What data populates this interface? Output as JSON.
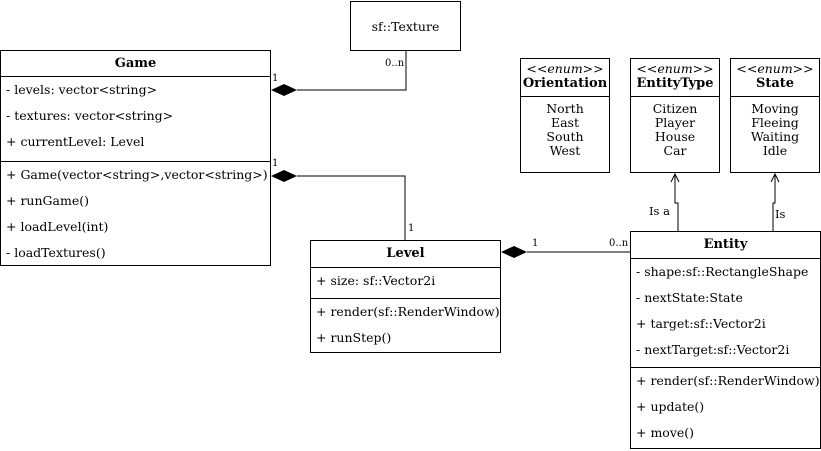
{
  "texture": {
    "title": "sf::Texture"
  },
  "game": {
    "title": "Game",
    "attributes": [
      "- levels: vector<string>",
      "- textures: vector<string>",
      "+ currentLevel: Level"
    ],
    "methods": [
      "+ Game(vector<string>,vector<string>)",
      "+ runGame()",
      "+ loadLevel(int)",
      "-  loadTextures()"
    ]
  },
  "level": {
    "title": "Level",
    "attributes": [
      "+ size: sf::Vector2i"
    ],
    "methods": [
      "+ render(sf::RenderWindow)",
      "+ runStep()"
    ]
  },
  "entity": {
    "title": "Entity",
    "attributes": [
      "- shape:sf::RectangleShape",
      "- nextState:State",
      "+ target:sf::Vector2i",
      "- nextTarget:sf::Vector2i"
    ],
    "methods": [
      "+ render(sf::RenderWindow)",
      "+ update()",
      "+ move()"
    ]
  },
  "orientation": {
    "stereotype": "<<enum>>",
    "title": "Orientation",
    "values": [
      "North",
      "East",
      "South",
      "West"
    ]
  },
  "entity_type": {
    "stereotype": "<<enum>>",
    "title": "EntityType",
    "values": [
      "Citizen",
      "Player",
      "House",
      "Car"
    ]
  },
  "state": {
    "stereotype": "<<enum>>",
    "title": "State",
    "values": [
      "Moving",
      "Fleeing",
      "Waiting",
      "Idle"
    ]
  },
  "labels": {
    "texture_mult_game": "1",
    "texture_mult_texture": "0..n",
    "level_mult_game": "1",
    "level_mult_level": "1",
    "entity_mult_level": "1",
    "entity_mult_entity": "0..n",
    "is_a": "Is a",
    "is": "Is"
  }
}
